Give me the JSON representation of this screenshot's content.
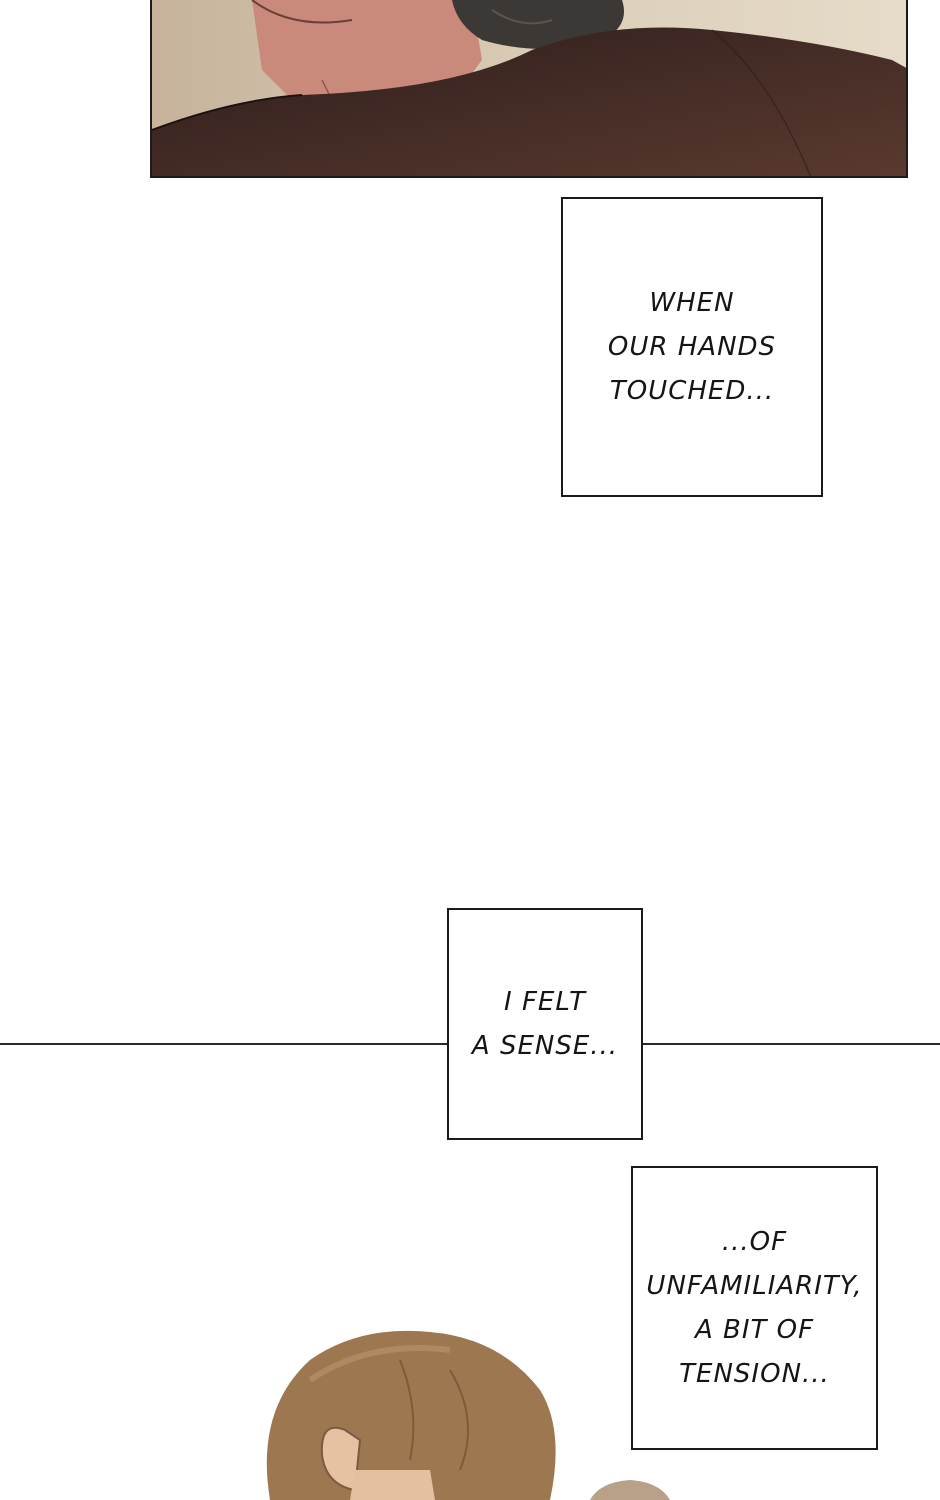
{
  "panels": {
    "top_art": {
      "palette": {
        "skin": "#c9897a",
        "hair": "#3a3633",
        "coat": "#3d2422",
        "background": "#d7c4a8"
      }
    },
    "bottom_art": {
      "palette": {
        "hair": "#9c7650",
        "skin": "#e3bf9f"
      }
    }
  },
  "captions": [
    {
      "lines": [
        "WHEN",
        "OUR HANDS",
        "TOUCHED..."
      ]
    },
    {
      "lines": [
        "I FELT",
        "A SENSE..."
      ]
    },
    {
      "lines": [
        "...OF",
        "UNFAMILIARITY,",
        "A BIT OF",
        "TENSION..."
      ]
    }
  ]
}
